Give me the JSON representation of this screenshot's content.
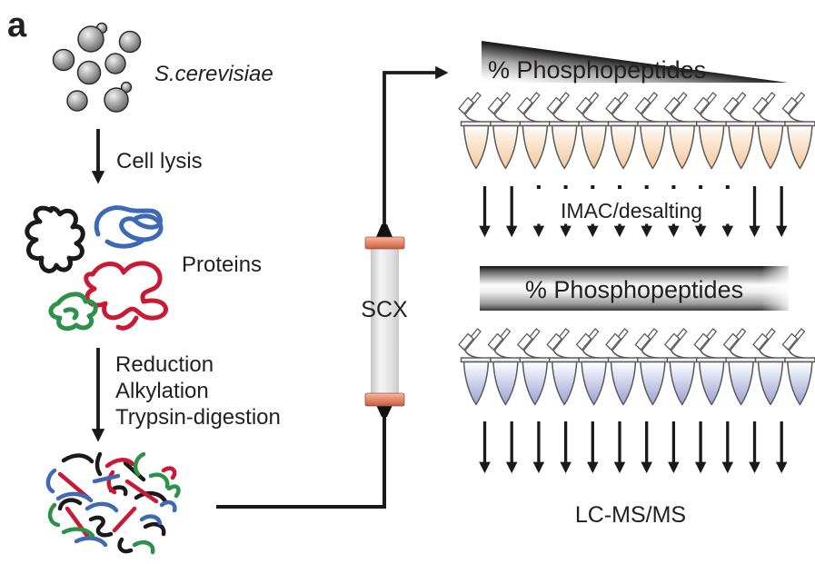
{
  "figure": {
    "panel_label": "a",
    "organism": "S.cerevisiae",
    "steps": {
      "lysis": "Cell lysis",
      "proteins": "Proteins",
      "digestion": [
        "Reduction",
        "Alkylation",
        "Trypsin-digestion"
      ],
      "column": "SCX",
      "enrichment": "IMAC/desalting",
      "analysis": "LC-MS/MS"
    },
    "gradients": {
      "triangle_label": "% Phosphopeptides",
      "bar_label": "% Phosphopeptides"
    },
    "tube_rows": {
      "row1_count": 12,
      "row2_count": 12
    },
    "arrow_rows": {
      "imac_count": 12,
      "imac_full_arrow_indices": [
        0,
        1,
        10,
        11
      ],
      "lcms_count": 12
    }
  },
  "colors": {
    "text": "#231f20",
    "protein_black": "#1a1a1a",
    "protein_blue": "#3f69b5",
    "protein_red": "#c81a34",
    "protein_green": "#2e9148",
    "tube_warm_fill": "#f3c79c",
    "tube_cool_fill": "#9aa0d2",
    "column_cap_salmon": "#e18a6c",
    "column_body_gray": "#e8e8e8"
  },
  "icons": {
    "yeast-cells": "gray budding spheres",
    "down-arrow": "black downward arrow",
    "scx-column": "chromatography column",
    "sample-tube": "open pcr tube",
    "gradient-triangle": "decreasing gradient wedge",
    "gradient-bar": "gradient rod"
  }
}
